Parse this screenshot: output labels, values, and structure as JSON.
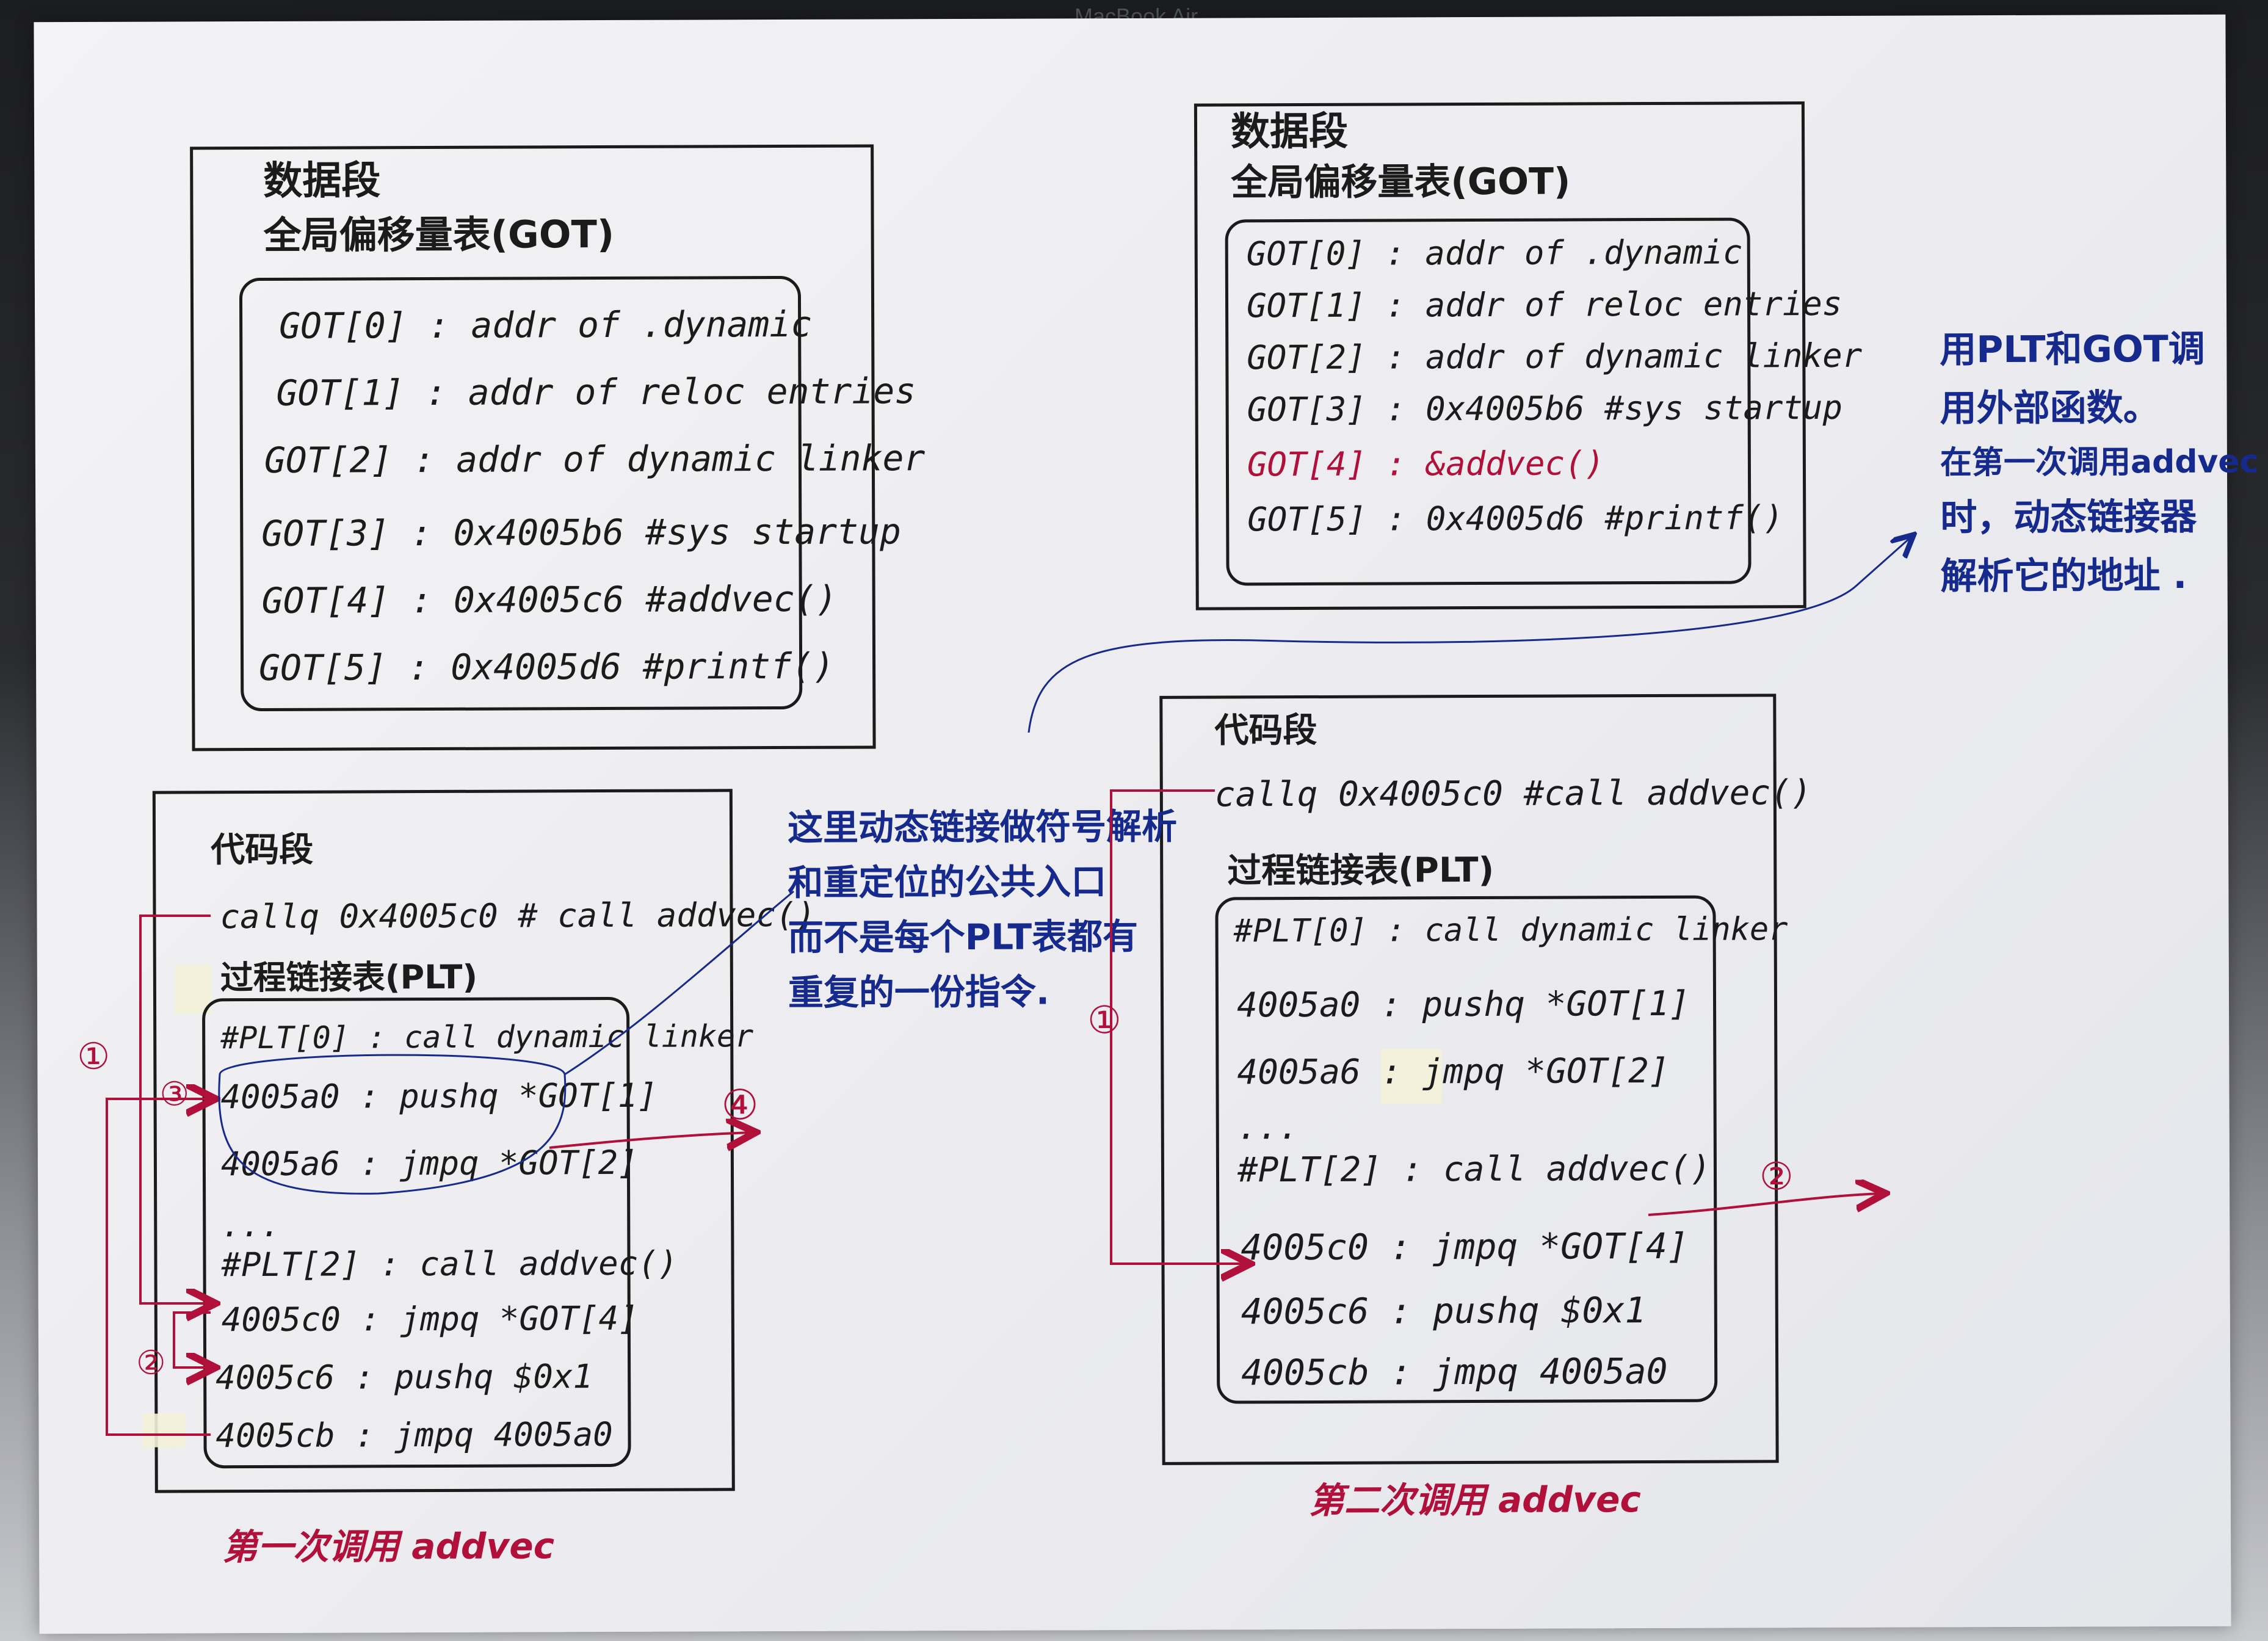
{
  "laptop_label": "MacBook Air",
  "colors": {
    "ink": "#1b1b1b",
    "red_ink": "#b0103a",
    "blue_ink": "#152a8c",
    "paper": "#ececf0"
  },
  "left_data": {
    "title": "数据段",
    "subtitle": "全局偏移量表(GOT)",
    "rows": [
      "GOT[0] : addr of .dynamic",
      "GOT[1] : addr of reloc entries",
      "GOT[2] : addr of dynamic linker",
      "GOT[3] : 0x4005b6  #sys startup",
      "GOT[4] : 0x4005c6  #addvec()",
      "GOT[5] : 0x4005d6  #printf()"
    ]
  },
  "left_code": {
    "title": "代码段",
    "call_line": "callq 0x4005c0  # call addvec()",
    "plt_title": "过程链接表(PLT)",
    "rows": [
      "#PLT[0] : call dynamic linker",
      "4005a0 : pushq  *GOT[1]",
      "4005a6 : jmpq  *GOT[2]",
      "...",
      "#PLT[2] : call addvec()",
      "4005c0 : jmpq  *GOT[4]",
      "4005c6 : pushq  $0x1",
      "4005cb : jmpq  4005a0"
    ],
    "caption": "第一次调用 addvec",
    "markers": [
      "①",
      "②",
      "③",
      "④"
    ]
  },
  "right_data": {
    "title": "数据段",
    "subtitle": "全局偏移量表(GOT)",
    "rows": [
      "GOT[0] : addr of .dynamic",
      "GOT[1] : addr of reloc entries",
      "GOT[2] : addr of dynamic linker",
      "GOT[3] : 0x4005b6  #sys startup",
      "GOT[4] : &addvec()",
      "GOT[5] : 0x4005d6  #printf()"
    ]
  },
  "right_code": {
    "title": "代码段",
    "call_line": "callq 0x4005c0  #call addvec()",
    "plt_title": "过程链接表(PLT)",
    "rows": [
      "#PLT[0] : call dynamic linker",
      "4005a0 : pushq  *GOT[1]",
      "4005a6 : jmpq  *GOT[2]",
      "...",
      "#PLT[2] : call addvec()",
      "4005c0 : jmpq  *GOT[4]",
      "4005c6 : pushq  $0x1",
      "4005cb : jmpq  4005a0"
    ],
    "caption": "第二次调用 addvec",
    "markers": [
      "①",
      "②"
    ]
  },
  "middle_note": [
    "这里动态链接做符号解析",
    "和重定位的公共入口",
    "而不是每个PLT表都有",
    "重复的一份指令."
  ],
  "right_note": [
    "用PLT和GOT调",
    "用外部函数。",
    "在第一次调用addvec",
    "时，动态链接器",
    "解析它的地址 ."
  ]
}
